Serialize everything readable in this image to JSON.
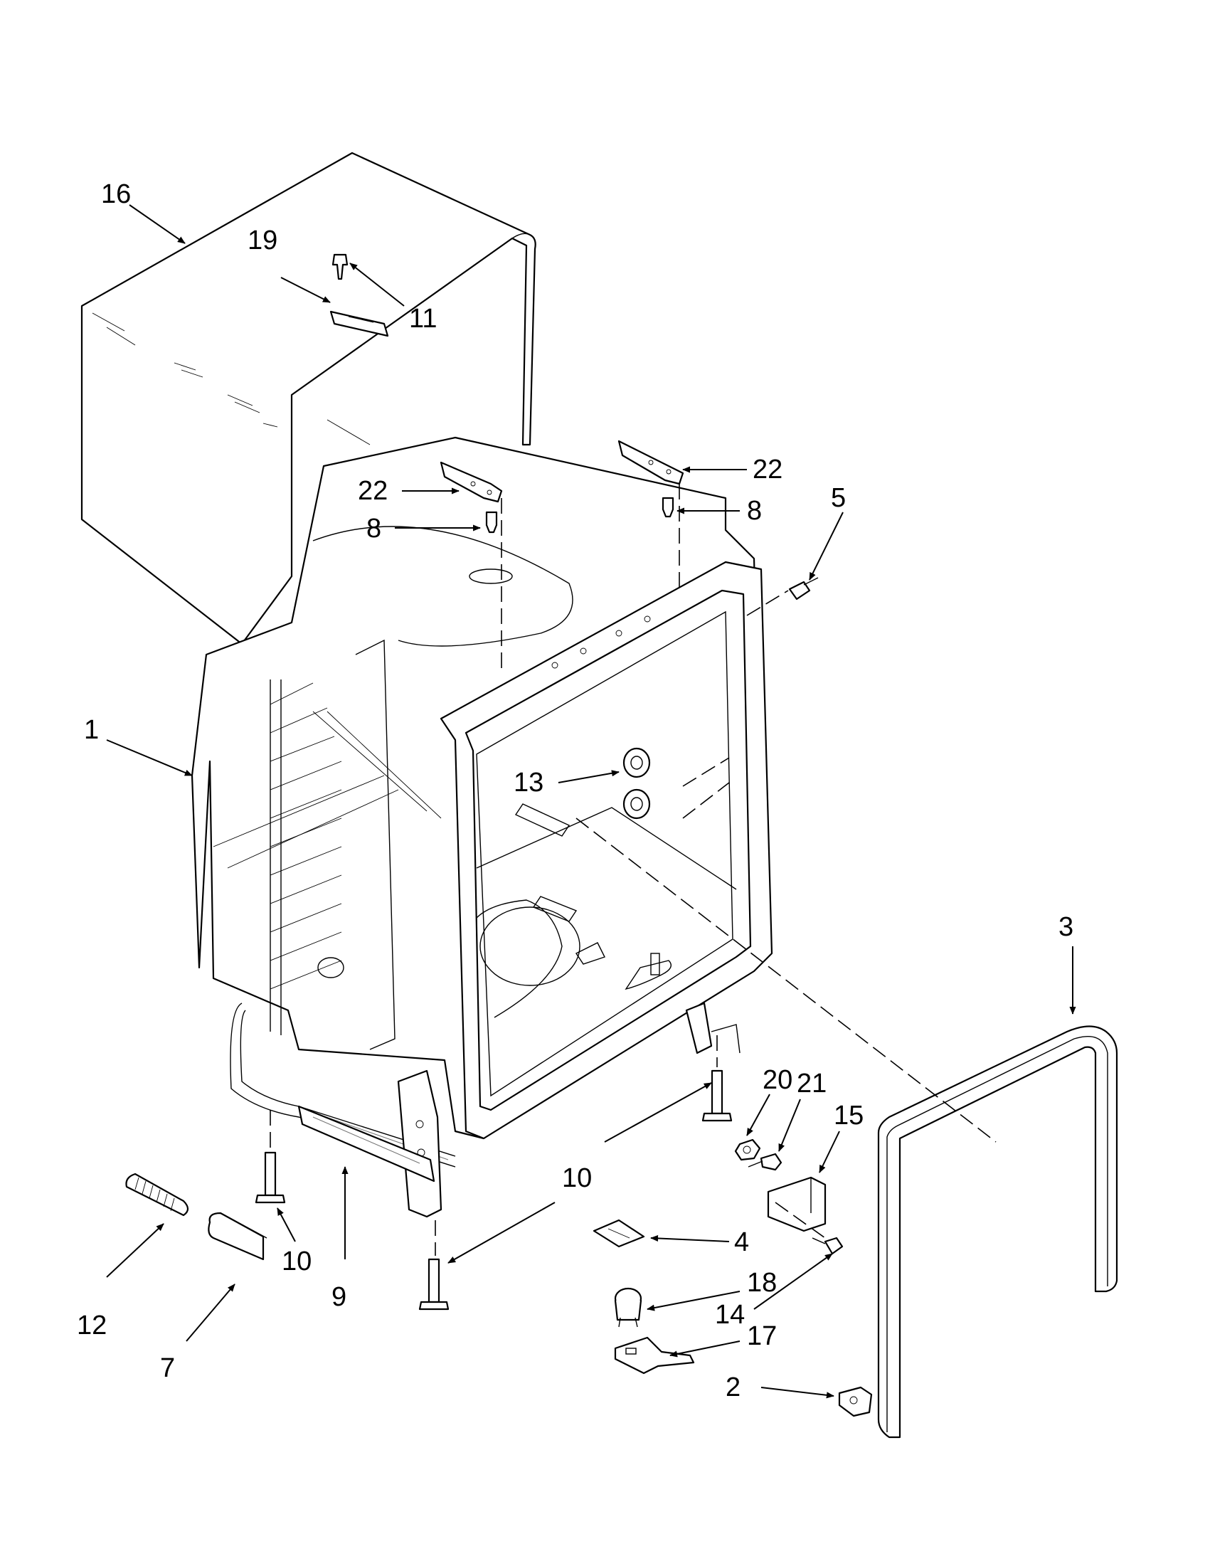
{
  "callouts": [
    {
      "id": "c16",
      "label": "16"
    },
    {
      "id": "c19",
      "label": "19"
    },
    {
      "id": "c11",
      "label": "11"
    },
    {
      "id": "c22a",
      "label": "22"
    },
    {
      "id": "c22b",
      "label": "22"
    },
    {
      "id": "c8a",
      "label": "8"
    },
    {
      "id": "c8b",
      "label": "8"
    },
    {
      "id": "c5",
      "label": "5"
    },
    {
      "id": "c1",
      "label": "1"
    },
    {
      "id": "c13",
      "label": "13"
    },
    {
      "id": "c3",
      "label": "3"
    },
    {
      "id": "c20",
      "label": "20"
    },
    {
      "id": "c21",
      "label": "21"
    },
    {
      "id": "c15",
      "label": "15"
    },
    {
      "id": "c10a",
      "label": "10"
    },
    {
      "id": "c10b",
      "label": "10"
    },
    {
      "id": "c10c",
      "label": "10"
    },
    {
      "id": "c4",
      "label": "4"
    },
    {
      "id": "c18",
      "label": "18"
    },
    {
      "id": "c14",
      "label": "14"
    },
    {
      "id": "c17",
      "label": "17"
    },
    {
      "id": "c2",
      "label": "2"
    },
    {
      "id": "c12",
      "label": "12"
    },
    {
      "id": "c9",
      "label": "9"
    },
    {
      "id": "c7",
      "label": "7"
    }
  ]
}
